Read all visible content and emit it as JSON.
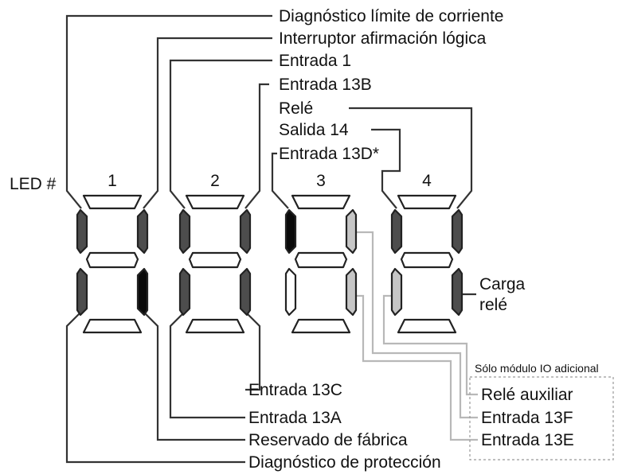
{
  "labels": {
    "diag_limit": "Diagnóstico límite de corriente",
    "switch_logic": "Interruptor afirmación lógica",
    "input1": "Entrada 1",
    "input13b": "Entrada 13B",
    "relay": "Relé",
    "output14": "Salida 14",
    "input13d": "Entrada 13D*",
    "led_hash": "LED #",
    "load_relay_1": "Carga",
    "load_relay_2": "relé",
    "io_only": "Sólo módulo IO adicional",
    "aux_relay": "Relé auxiliar",
    "input13f": "Entrada 13F",
    "input13e": "Entrada 13E",
    "input13c": "Entrada 13C",
    "input13a": "Entrada 13A",
    "factory_reserved": "Reservado de fábrica",
    "diag_protection": "Diagnóstico de protección"
  },
  "led_numbers": [
    "1",
    "2",
    "3",
    "4"
  ],
  "colors": {
    "segment_dark": "#4d4d4d",
    "segment_black": "#0a0a0a",
    "segment_light": "#c6c6c6",
    "segment_white": "#ffffff",
    "line": "#333333",
    "line_gray": "#b8b8b8",
    "dashed_box": "#999999"
  },
  "segment_states": {
    "led1": {
      "top": "white",
      "upper_left": "dark",
      "upper_right": "dark",
      "middle": "white",
      "lower_left": "dark",
      "lower_right": "black",
      "bottom": "white"
    },
    "led2": {
      "top": "white",
      "upper_left": "dark",
      "upper_right": "dark",
      "middle": "white",
      "lower_left": "dark",
      "lower_right": "dark",
      "bottom": "white"
    },
    "led3": {
      "top": "white",
      "upper_left": "black",
      "upper_right": "light",
      "middle": "white",
      "lower_left": "white",
      "lower_right": "light",
      "bottom": "white"
    },
    "led4": {
      "top": "white",
      "upper_left": "dark",
      "upper_right": "dark",
      "middle": "white",
      "lower_left": "light",
      "lower_right": "dark",
      "bottom": "white"
    }
  }
}
